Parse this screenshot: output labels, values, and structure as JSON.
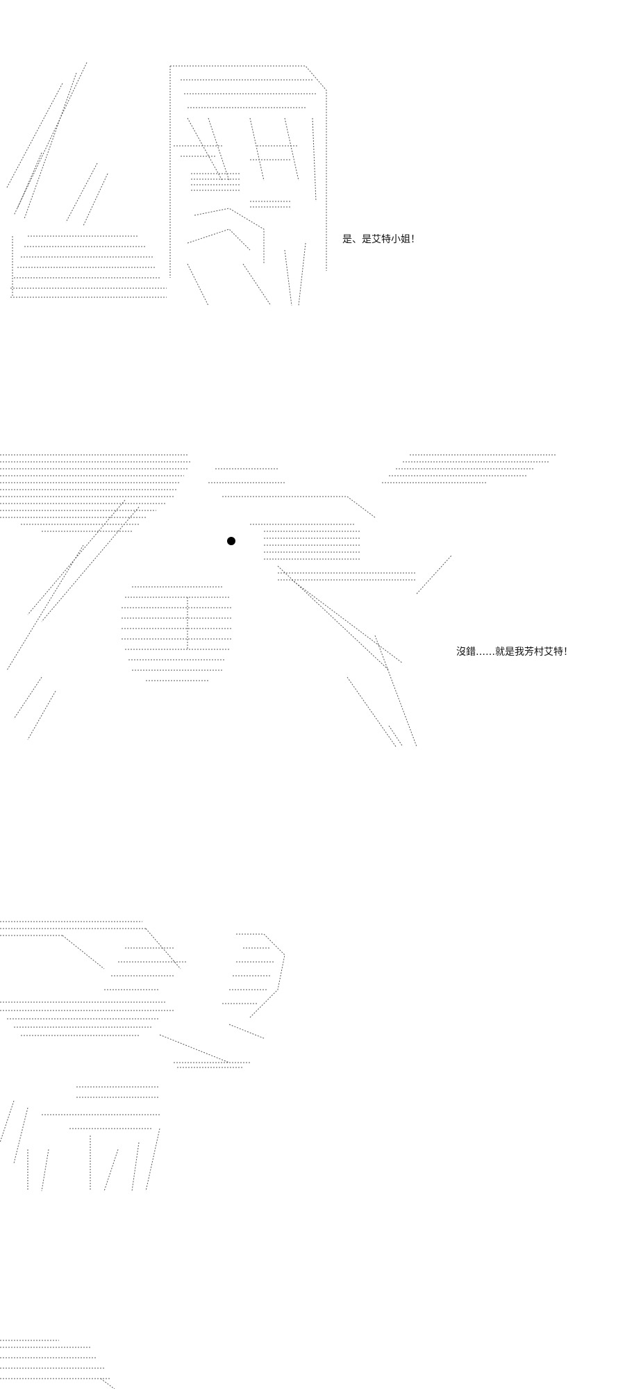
{
  "panels": [
    {
      "id": "panel-1",
      "art": "ascii-art-character-closeup",
      "dialogue": "是、是艾特小姐！"
    },
    {
      "id": "panel-2",
      "art": "ascii-art-character-pointing-with-wings"
    },
    {
      "id": "panel-3",
      "art": "ascii-art-arm-holding-sword"
    },
    {
      "id": "panel-4",
      "art": "ascii-art-partial-continuation"
    }
  ],
  "dialogue_2": "沒錯……就是我芳村艾特！",
  "colors": {
    "background": "#ffffff",
    "ink": "#222222"
  }
}
